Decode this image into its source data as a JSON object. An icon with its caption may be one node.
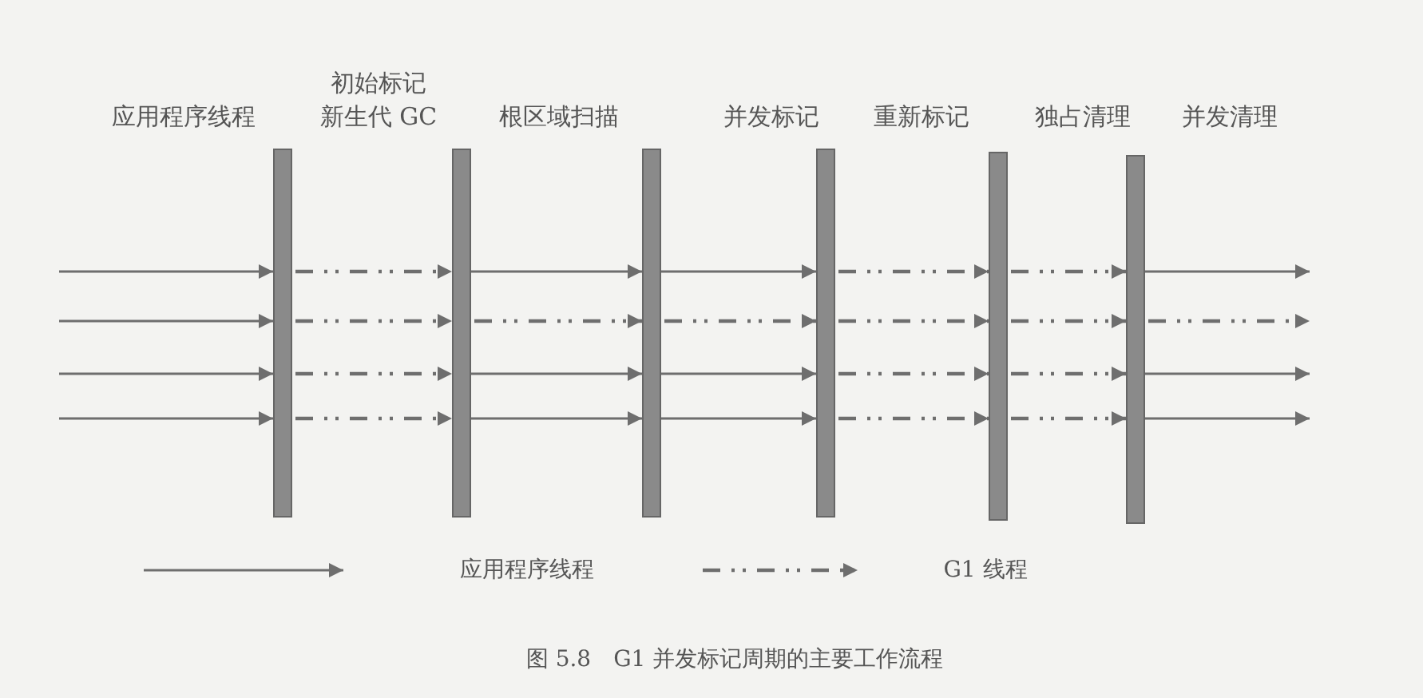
{
  "diagram": {
    "caption": "图 5.8　G1 并发标记周期的主要工作流程",
    "nodes": [
      {
        "text": [],
        "shape": "bar"
      },
      {
        "text": [],
        "shape": "bar"
      },
      {
        "text": [],
        "shape": "bar"
      },
      {
        "text": [],
        "shape": "bar"
      },
      {
        "text": [],
        "shape": "bar"
      },
      {
        "text": [],
        "shape": "bar"
      }
    ],
    "edges": [
      {
        "from": null,
        "to": 0,
        "arrow": "to"
      },
      {
        "from": null,
        "to": 0,
        "arrow": "to"
      },
      {
        "from": null,
        "to": 0,
        "arrow": "to"
      },
      {
        "from": null,
        "to": 0,
        "arrow": "to"
      },
      {
        "from": 0,
        "to": 1,
        "arrow": "to",
        "style": "dashed"
      },
      {
        "from": 0,
        "to": 1,
        "arrow": "to",
        "style": "dashed"
      },
      {
        "from": 0,
        "to": 1,
        "arrow": "to",
        "style": "dashed"
      },
      {
        "from": 0,
        "to": 1,
        "arrow": "to",
        "style": "dashed"
      },
      {
        "from": 1,
        "to": 2,
        "arrow": "to"
      },
      {
        "from": 1,
        "to": 2,
        "arrow": "to",
        "style": "dashed"
      },
      {
        "from": 1,
        "to": 2,
        "arrow": "to"
      },
      {
        "from": 1,
        "to": 2,
        "arrow": "to"
      },
      {
        "from": 2,
        "to": 3,
        "arrow": "to"
      },
      {
        "from": 2,
        "to": 3,
        "arrow": "to",
        "style": "dashed"
      },
      {
        "from": 2,
        "to": 3,
        "arrow": "to"
      },
      {
        "from": 2,
        "to": 3,
        "arrow": "to"
      },
      {
        "from": 3,
        "to": 4,
        "arrow": "to",
        "style": "dashed"
      },
      {
        "from": 3,
        "to": 4,
        "arrow": "to",
        "style": "dashed"
      },
      {
        "from": 3,
        "to": 4,
        "arrow": "to",
        "style": "dashed"
      },
      {
        "from": 3,
        "to": 4,
        "arrow": "to",
        "style": "dashed"
      },
      {
        "from": 4,
        "to": 5,
        "arrow": "to",
        "style": "dashed"
      },
      {
        "from": 4,
        "to": 5,
        "arrow": "to",
        "style": "dashed"
      },
      {
        "from": 4,
        "to": 5,
        "arrow": "to",
        "style": "dashed"
      },
      {
        "from": 4,
        "to": 5,
        "arrow": "to",
        "style": "dashed"
      },
      {
        "from": 5,
        "to": null,
        "arrow": "to"
      },
      {
        "from": 5,
        "to": null,
        "arrow": "to",
        "style": "dashed"
      },
      {
        "from": 5,
        "to": null,
        "arrow": "to"
      },
      {
        "from": 5,
        "to": null,
        "arrow": "to"
      }
    ],
    "labels": [
      "初始标记",
      "应用程序线程",
      "新生代 GC",
      "根区域扫描",
      "并发标记",
      "重新标记",
      "独占清理",
      "并发清理"
    ],
    "legend": [
      {
        "text": "应用程序线程"
      },
      {
        "text": "G1 线程"
      }
    ]
  }
}
